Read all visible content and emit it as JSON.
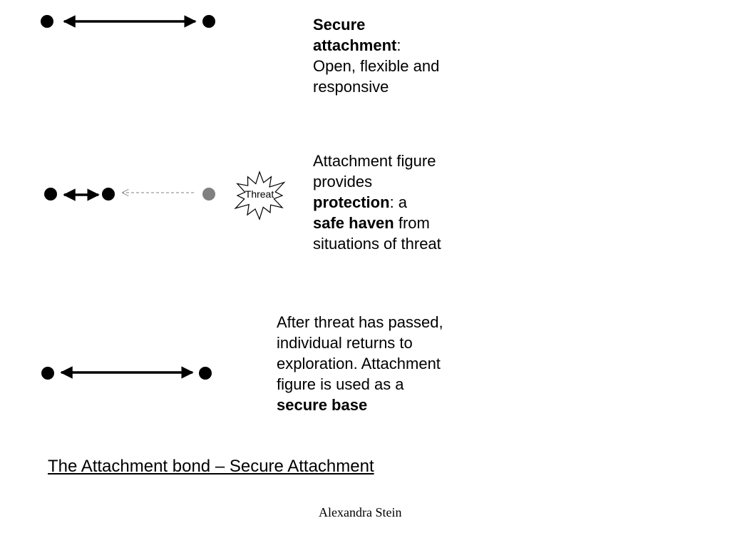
{
  "panels": [
    {
      "lines": [
        [
          {
            "text": "Secure",
            "bold": true
          }
        ],
        [
          {
            "text": "attachment",
            "bold": true
          },
          {
            "text": ":",
            "bold": false
          }
        ],
        [
          {
            "text": "Open, flexible and",
            "bold": false
          }
        ],
        [
          {
            "text": "responsive",
            "bold": false
          }
        ]
      ]
    },
    {
      "lines": [
        [
          {
            "text": "Attachment figure",
            "bold": false
          }
        ],
        [
          {
            "text": "provides",
            "bold": false
          }
        ],
        [
          {
            "text": "protection",
            "bold": true
          },
          {
            "text": ": a",
            "bold": false
          }
        ],
        [
          {
            "text": "safe haven",
            "bold": true
          },
          {
            "text": " from",
            "bold": false
          }
        ],
        [
          {
            "text": "situations of threat",
            "bold": false
          }
        ]
      ]
    },
    {
      "lines": [
        [
          {
            "text": "After threat has passed,",
            "bold": false
          }
        ],
        [
          {
            "text": "individual returns to",
            "bold": false
          }
        ],
        [
          {
            "text": "exploration. Attachment",
            "bold": false
          }
        ],
        [
          {
            "text": "figure is used as a",
            "bold": false
          }
        ],
        [
          {
            "text": "secure base",
            "bold": true
          }
        ]
      ]
    }
  ],
  "threat_label": "Threat",
  "caption": "The Attachment bond – Secure Attachment",
  "author": "Alexandra Stein",
  "colors": {
    "ink": "#000000",
    "threat_dot": "#808080",
    "dashed_arrow": "#9a9a9a",
    "background": "#ffffff"
  },
  "icons": [
    "node-dot",
    "double-arrow",
    "dashed-arrow",
    "starburst"
  ]
}
